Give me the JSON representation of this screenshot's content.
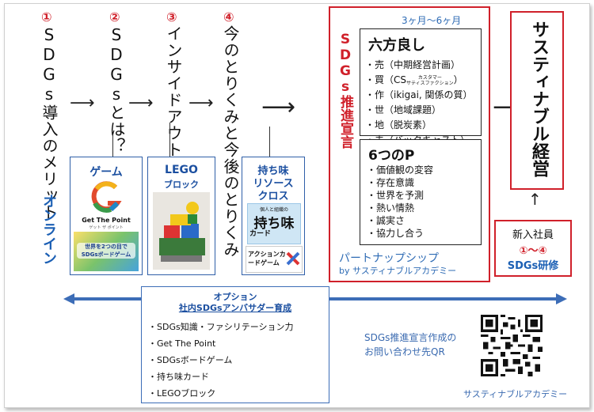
{
  "steps": [
    {
      "num": "①",
      "label": "SDGs導入のメリット"
    },
    {
      "num": "②",
      "label": "SDGsとは？"
    },
    {
      "num": "③",
      "label": "インサイドアウト"
    },
    {
      "num": "④",
      "label": "今のとりくみと今後のとりくみ"
    }
  ],
  "online_label": "オンライン",
  "boxes": {
    "game": {
      "title": "ゲーム",
      "logo_text": "Get The Point",
      "logo_sub": "ゲット ザ ポイント",
      "board_text": "世界を2つの目で SDGsボードゲーム"
    },
    "lego": {
      "title_line1": "LEGO",
      "title_line2": "ブロック"
    },
    "resource": {
      "title_line1": "持ち味",
      "title_line2": "リソース",
      "title_line3": "クロス",
      "card_top": "個人と組織の",
      "card_main": "持ち味",
      "card_sub": "カード",
      "game_text": "アクションカードゲーム"
    }
  },
  "declaration": {
    "vertical_title": "SDGs推進宣言",
    "duration": "3ヶ月〜6ヶ月",
    "roppou": {
      "title": "六方良し",
      "items": [
        "・売（中期経営計画）",
        "・買（CS",
        "・作（ikigai, 関係の質）",
        "・世（地域課題）",
        "・地（脱炭素）",
        "・未（バックキャスト）"
      ],
      "cs_note_line1": "カスタマー",
      "cs_note_line2": "サティスファクション",
      "cs_close": "）"
    },
    "six_p": {
      "title": "6つのP",
      "items": [
        "・価値観の変容",
        "・存在意識",
        "・世界を予測",
        "・熱い情熱",
        "・誠実さ",
        "・協力し合う"
      ]
    },
    "partnership": "パートナップシップ",
    "by_line": "by サスティナブルアカデミー"
  },
  "goal": "サスティナブル経営",
  "newbie": {
    "line1": "新入社員",
    "line2": "①〜④",
    "line3": "SDGs研修"
  },
  "option": {
    "title_line1": "オプション",
    "title_line2": "社内SDGsアンバサダー育成",
    "items": [
      "・SDGs知識・ファシリテーション力",
      "・Get The Point",
      "・SDGsボードゲーム",
      "・持ち味カード",
      "・LEGOブロック"
    ]
  },
  "qr_caption_line1": "SDGs推進宣言作成の",
  "qr_caption_line2": "お問い合わせ先QR",
  "academy": "サスティナブルアカデミー",
  "colors": {
    "red": "#d0202a",
    "blue": "#2f5fa8",
    "light_blue": "#2f6cb5"
  }
}
